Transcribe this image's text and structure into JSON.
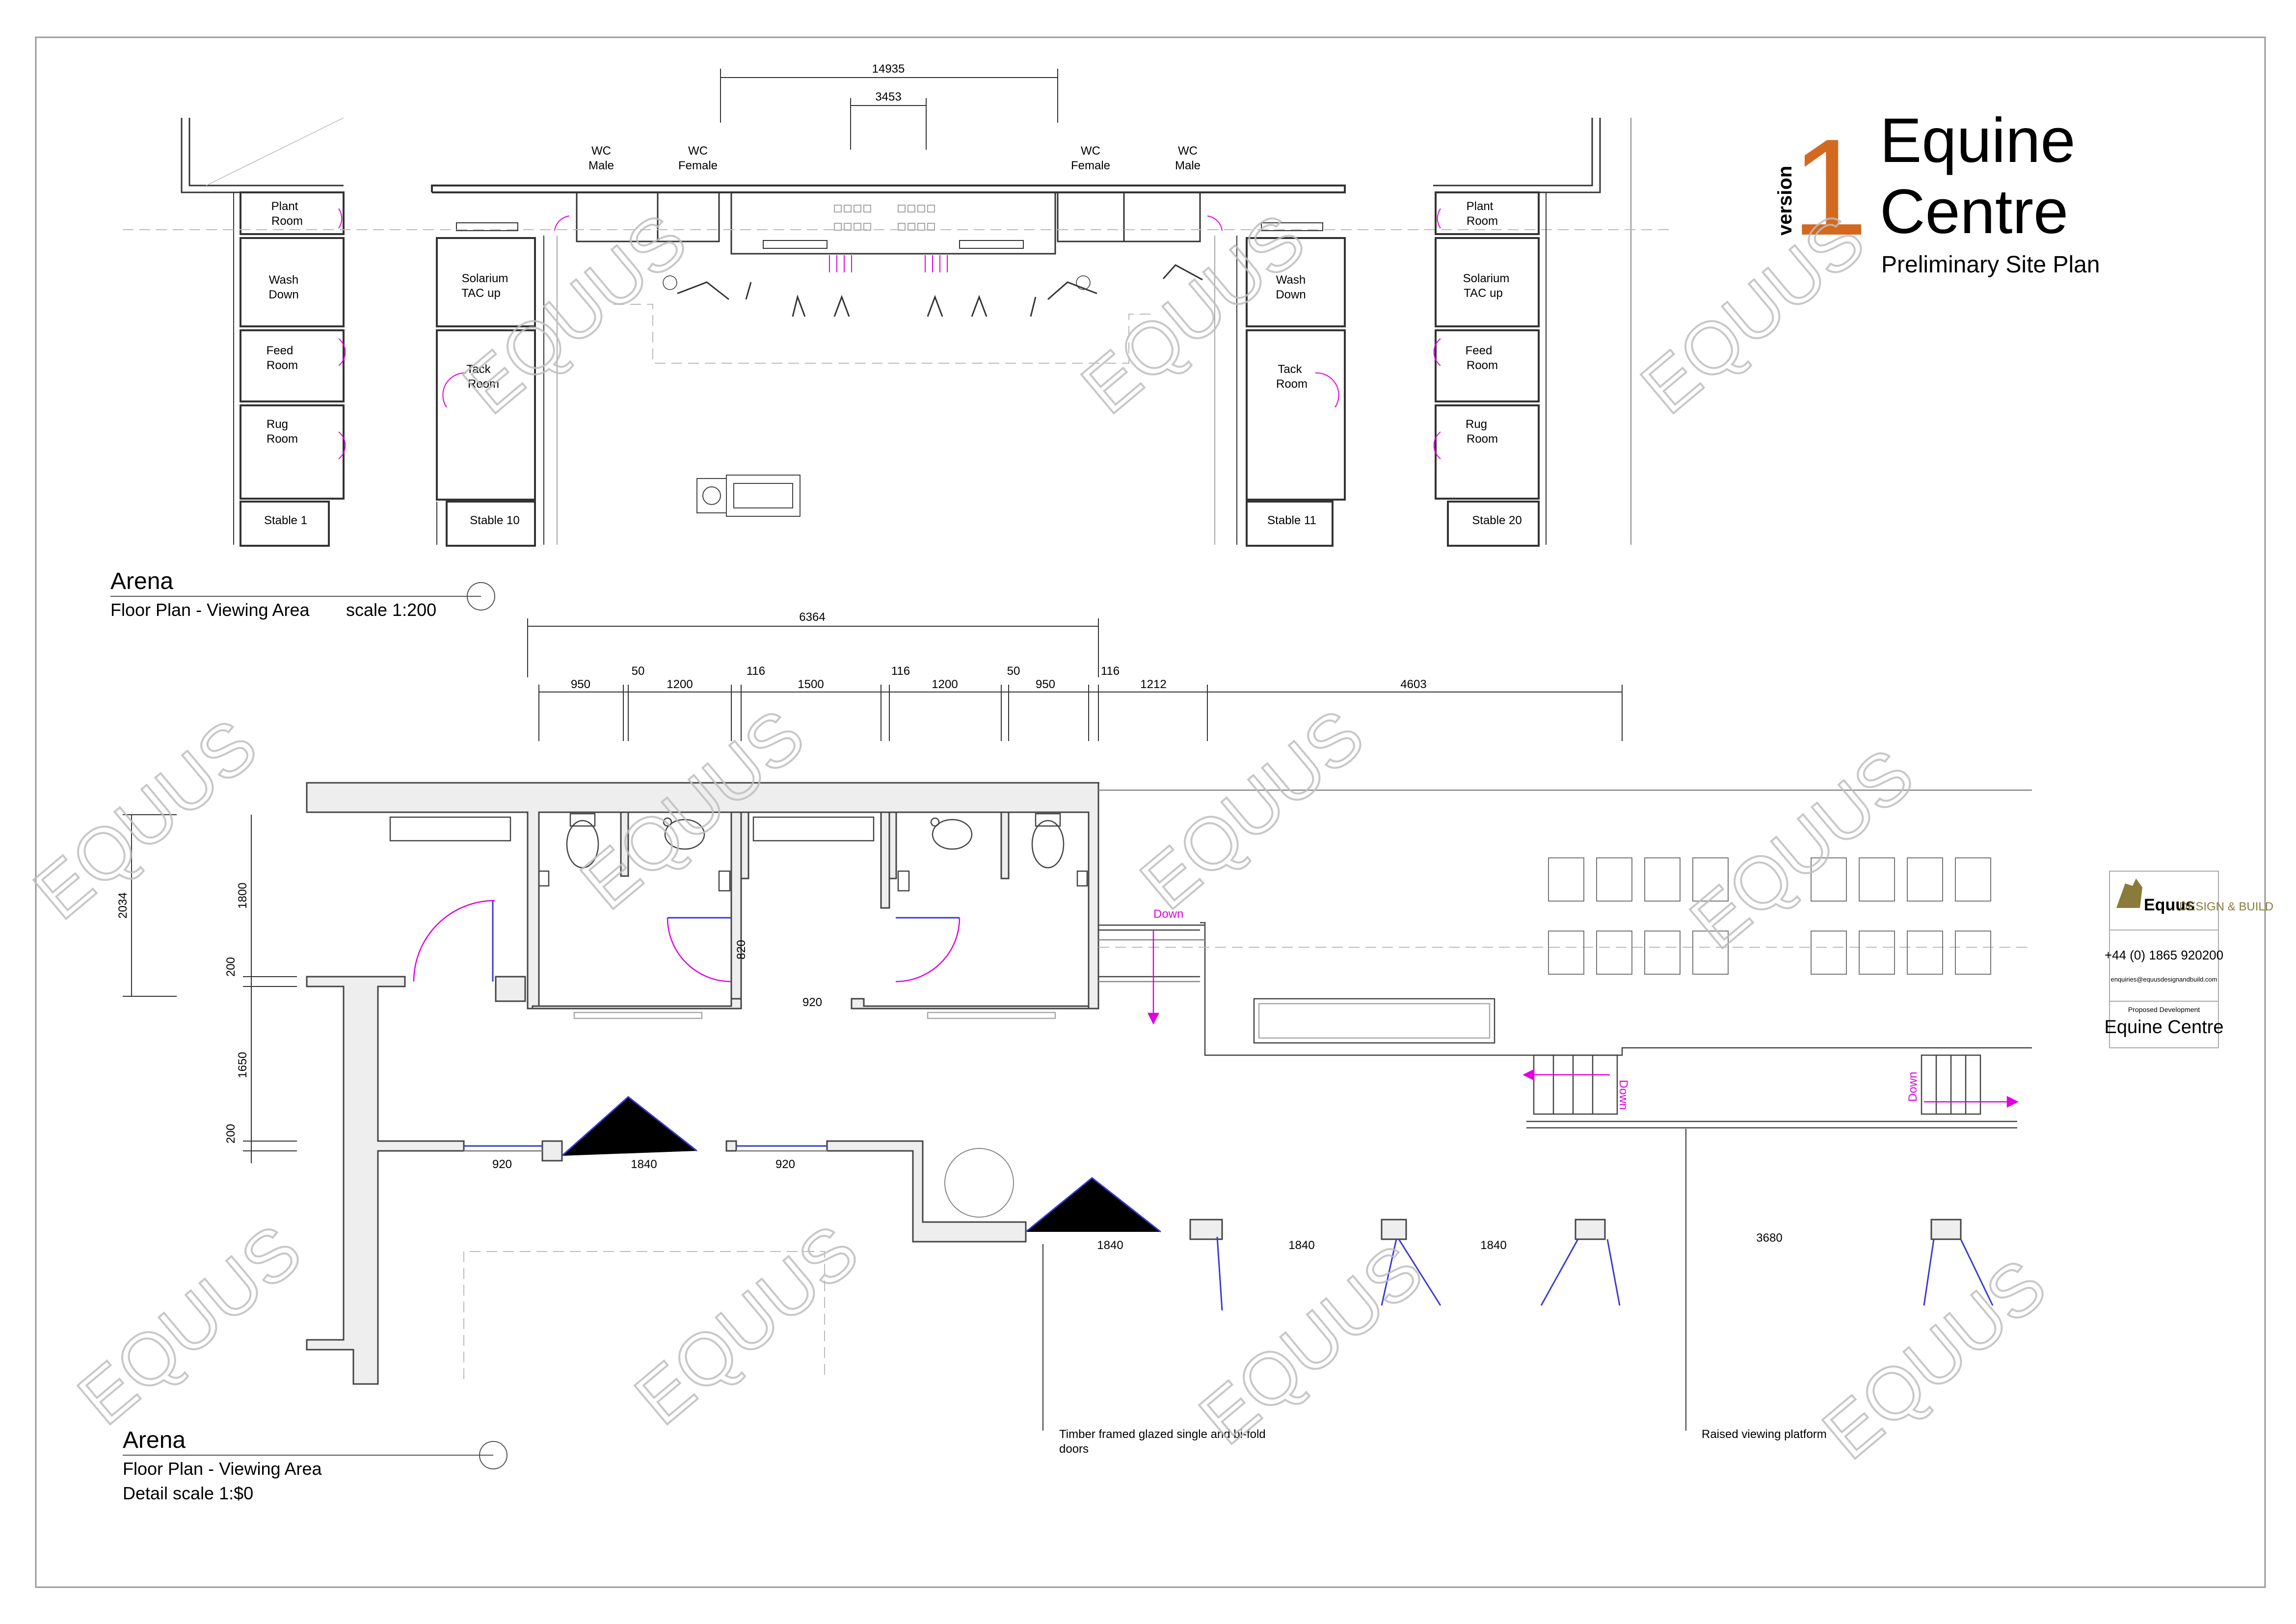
{
  "title_block": {
    "version_word": "version",
    "version_number": "1",
    "title_line1": "Equine",
    "title_line2": "Centre",
    "subtitle": "Preliminary Site Plan"
  },
  "company": {
    "logo_word": "Equus",
    "logo_tagline": "DESIGN & BUILD",
    "phone": "+44 (0) 1865 920200",
    "email": "enquiries@equusdesignandbuild.com",
    "proposed_label": "Proposed Development",
    "project_name": "Equine Centre"
  },
  "watermark": "EQUUS",
  "plan1": {
    "title": "Arena",
    "subtitle": "Floor Plan - Viewing Area",
    "scale": "scale 1:200",
    "dims": {
      "overall": "14935",
      "inner": "3453"
    },
    "rooms": {
      "wc_male": [
        "WC",
        "Male"
      ],
      "wc_female": [
        "WC",
        "Female"
      ],
      "plant": [
        "Plant",
        "Room"
      ],
      "wash": [
        "Wash",
        "Down"
      ],
      "feed": [
        "Feed",
        "Room"
      ],
      "rug": [
        "Rug",
        "Room"
      ],
      "solarium": [
        "Solarium",
        "TAC up"
      ],
      "tack": [
        "Tack",
        "Room"
      ],
      "stable1": "Stable 1",
      "stable10": "Stable 10",
      "stable11": "Stable 11",
      "stable20": "Stable 20"
    }
  },
  "plan2": {
    "title": "Arena",
    "subtitle": "Floor Plan - Viewing Area",
    "scale": "Detail scale 1:$0",
    "dims_top": {
      "overall": "6364",
      "chain": [
        "950",
        "50",
        "1200",
        "116",
        "1500",
        "116",
        "1200",
        "50",
        "950",
        "116",
        "1212",
        "4603"
      ]
    },
    "dims_left": [
      "2034",
      "1800",
      "200",
      "1650",
      "200"
    ],
    "dims_misc": {
      "wc_door": "820",
      "wc_gap": "920",
      "door_920_a": "920",
      "door_1840_a": "1840",
      "door_920_b": "920",
      "bifold_1": "1840",
      "bifold_2": "1840",
      "bifold_3": "1840",
      "bifold_4": "3680"
    },
    "stair_labels": [
      "Down",
      "Down",
      "Down"
    ],
    "notes": {
      "doors_line1": "Timber framed glazed single and bi-fold",
      "doors_line2": "doors",
      "platform": "Raised viewing platform"
    }
  },
  "colors": {
    "accent_orange": "#D2691E",
    "door_magenta": "#E000E0",
    "wall_fill": "#EEEEEE",
    "glazing_blue": "#3A3AD0",
    "watermark_grey": "#BDBDBD"
  }
}
